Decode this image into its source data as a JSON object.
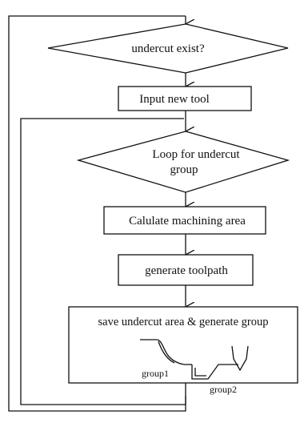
{
  "flowchart": {
    "decision_undercut": "undercut exist?",
    "process_input_tool": "Input new tool",
    "decision_loop_line1": "Loop for undercut",
    "decision_loop_line2": "group",
    "process_calculate": "Calulate machining area",
    "process_toolpath": "generate toolpath",
    "process_save": "save undercut area & generate group",
    "label_group1": "group1",
    "label_group2": "group2"
  }
}
